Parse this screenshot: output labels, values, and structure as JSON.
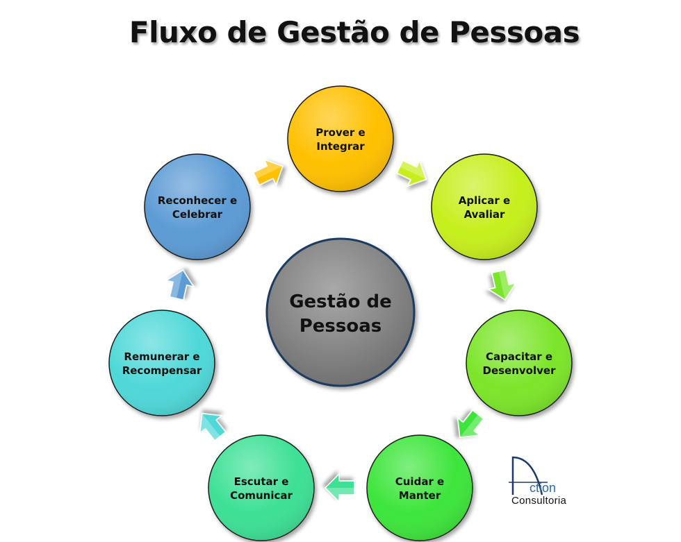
{
  "title": "Fluxo de Gestão de Pessoas",
  "center": {
    "line1": "Gestão de",
    "line2": "Pessoas",
    "color": "#8a8a8a"
  },
  "nodes": [
    {
      "line1": "Prover e",
      "line2": "Integrar",
      "color": "#ffc000"
    },
    {
      "line1": "Aplicar e",
      "line2": "Avaliar",
      "color": "#c6ef1e"
    },
    {
      "line1": "Capacitar e",
      "line2": "Desenvolver",
      "color": "#7be52a"
    },
    {
      "line1": "Cuidar e",
      "line2": "Manter",
      "color": "#3ee53a"
    },
    {
      "line1": "Escutar e",
      "line2": "Comunicar",
      "color": "#3ee095"
    },
    {
      "line1": "Remunerar e",
      "line2": "Recompensar",
      "color": "#4fd8d8"
    },
    {
      "line1": "Reconhecer e",
      "line2": "Celebrar",
      "color": "#5b9bd5"
    }
  ],
  "logo": {
    "letter_mark": "A",
    "word_top": "ction",
    "word_bottom": "Consultoria"
  }
}
